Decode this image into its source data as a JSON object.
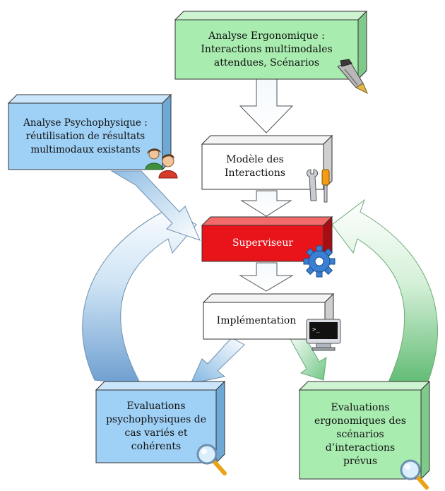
{
  "nodes": {
    "ergonomic_analysis": {
      "label": "Analyse Ergonomique :\nInteractions multimodales\nattendues, Scénarios"
    },
    "psychophysical_analysis": {
      "label": "Analyse Psychophysique :\nréutilisation de résultats\nmultimodaux existants"
    },
    "interaction_model": {
      "label": "Modèle des\nInteractions"
    },
    "supervisor": {
      "label": "Superviseur"
    },
    "implementation": {
      "label": "Implémentation"
    },
    "psychophysical_evaluations": {
      "label": "Evaluations\npsychophysiques de\ncas variés et\ncohérents"
    },
    "ergonomic_evaluations": {
      "label": "Evaluations\nergonomiques des\nscénarios\nd’interactions\nprévus"
    }
  },
  "icons": {
    "ergonomic_analysis": "pen-icon",
    "psychophysical_analysis": "users-icon",
    "interaction_model": "tools-icon",
    "supervisor": "gear-icon",
    "implementation": "terminal-icon",
    "psychophysical_evaluations": "magnifier-icon",
    "ergonomic_evaluations": "magnifier-icon"
  },
  "colors": {
    "green_box": "#a9ecb0",
    "blue_box": "#9fd0f5",
    "white_box": "#ffffff",
    "red_box": "#e8141a",
    "blue_arrow": "#8fbde3",
    "green_arrow": "#7fcf8c"
  }
}
